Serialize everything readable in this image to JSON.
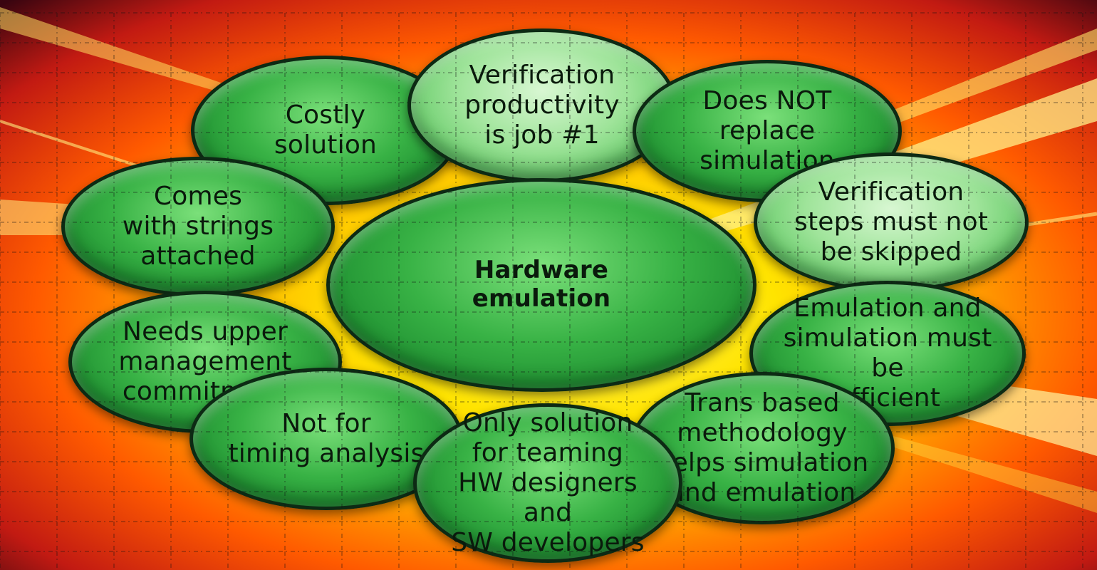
{
  "diagram": {
    "center": "Hardware\nemulation",
    "nodes": [
      "Costly\nsolution",
      "Verification\nproductivity\nis job #1",
      "Does NOT\nreplace\nsimulation",
      "Comes\nwith strings\nattached",
      "Verification\nsteps must not\nbe skipped",
      "Needs upper\nmanagement\ncommitment",
      "Emulation and\nsimulation must be\nefficient",
      "Not for\ntiming analysis",
      "Only solution\nfor teaming\nHW designers and\nSW developers",
      "Trans based\nmethodology\nhelps simulation\nand emulation"
    ]
  },
  "colors": {
    "node_fill": "#38b245",
    "node_border": "#0d2a14",
    "text": "#0a1a0c",
    "background_hot": "#ffe400",
    "background_warm": "#ff6a00",
    "background_dark": "#3a0510"
  }
}
